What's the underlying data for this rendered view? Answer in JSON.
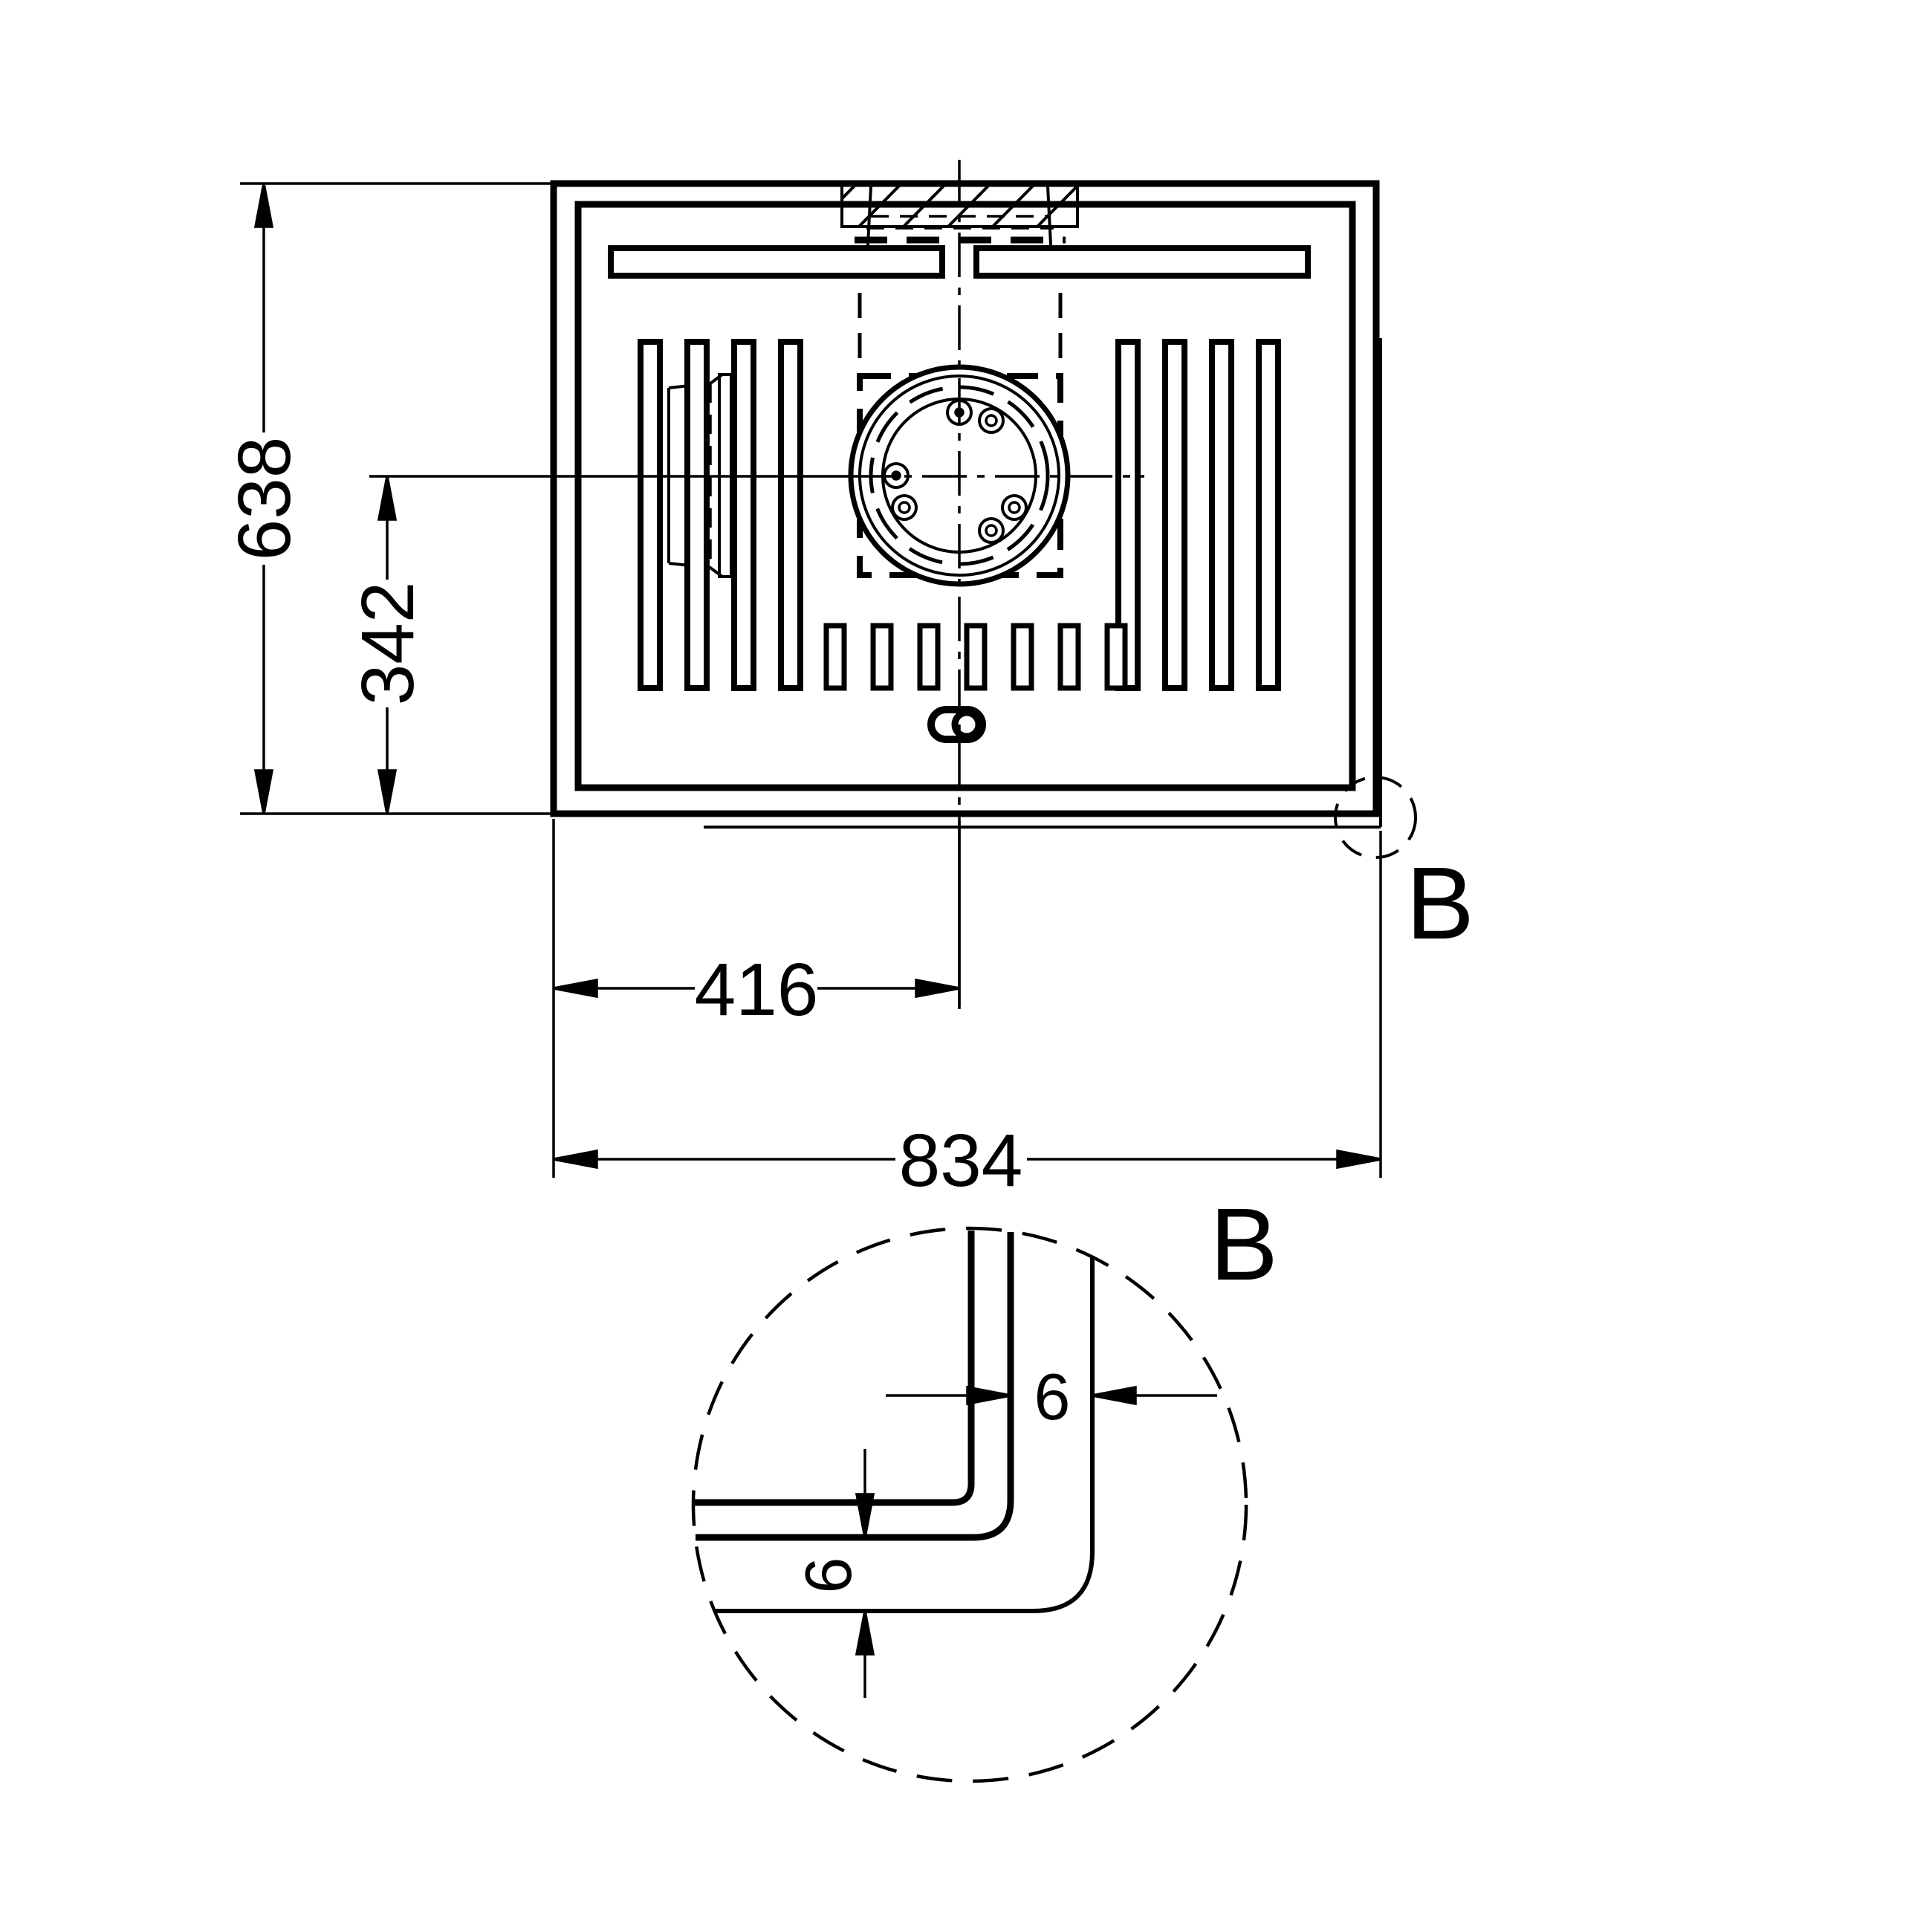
{
  "drawing": {
    "type": "technical-dimension-drawing",
    "background_color": "#ffffff",
    "line_color": "#000000",
    "main_view": {
      "description": "top view of appliance with flue collar, vent slots and grate slots",
      "dims": {
        "height_total": "638",
        "center_height": "342",
        "center_width": "416",
        "total_width": "834"
      },
      "detail_callout_label": "B"
    },
    "detail_view": {
      "label": "B",
      "edge_offset_x": "6",
      "edge_offset_y": "6"
    }
  }
}
